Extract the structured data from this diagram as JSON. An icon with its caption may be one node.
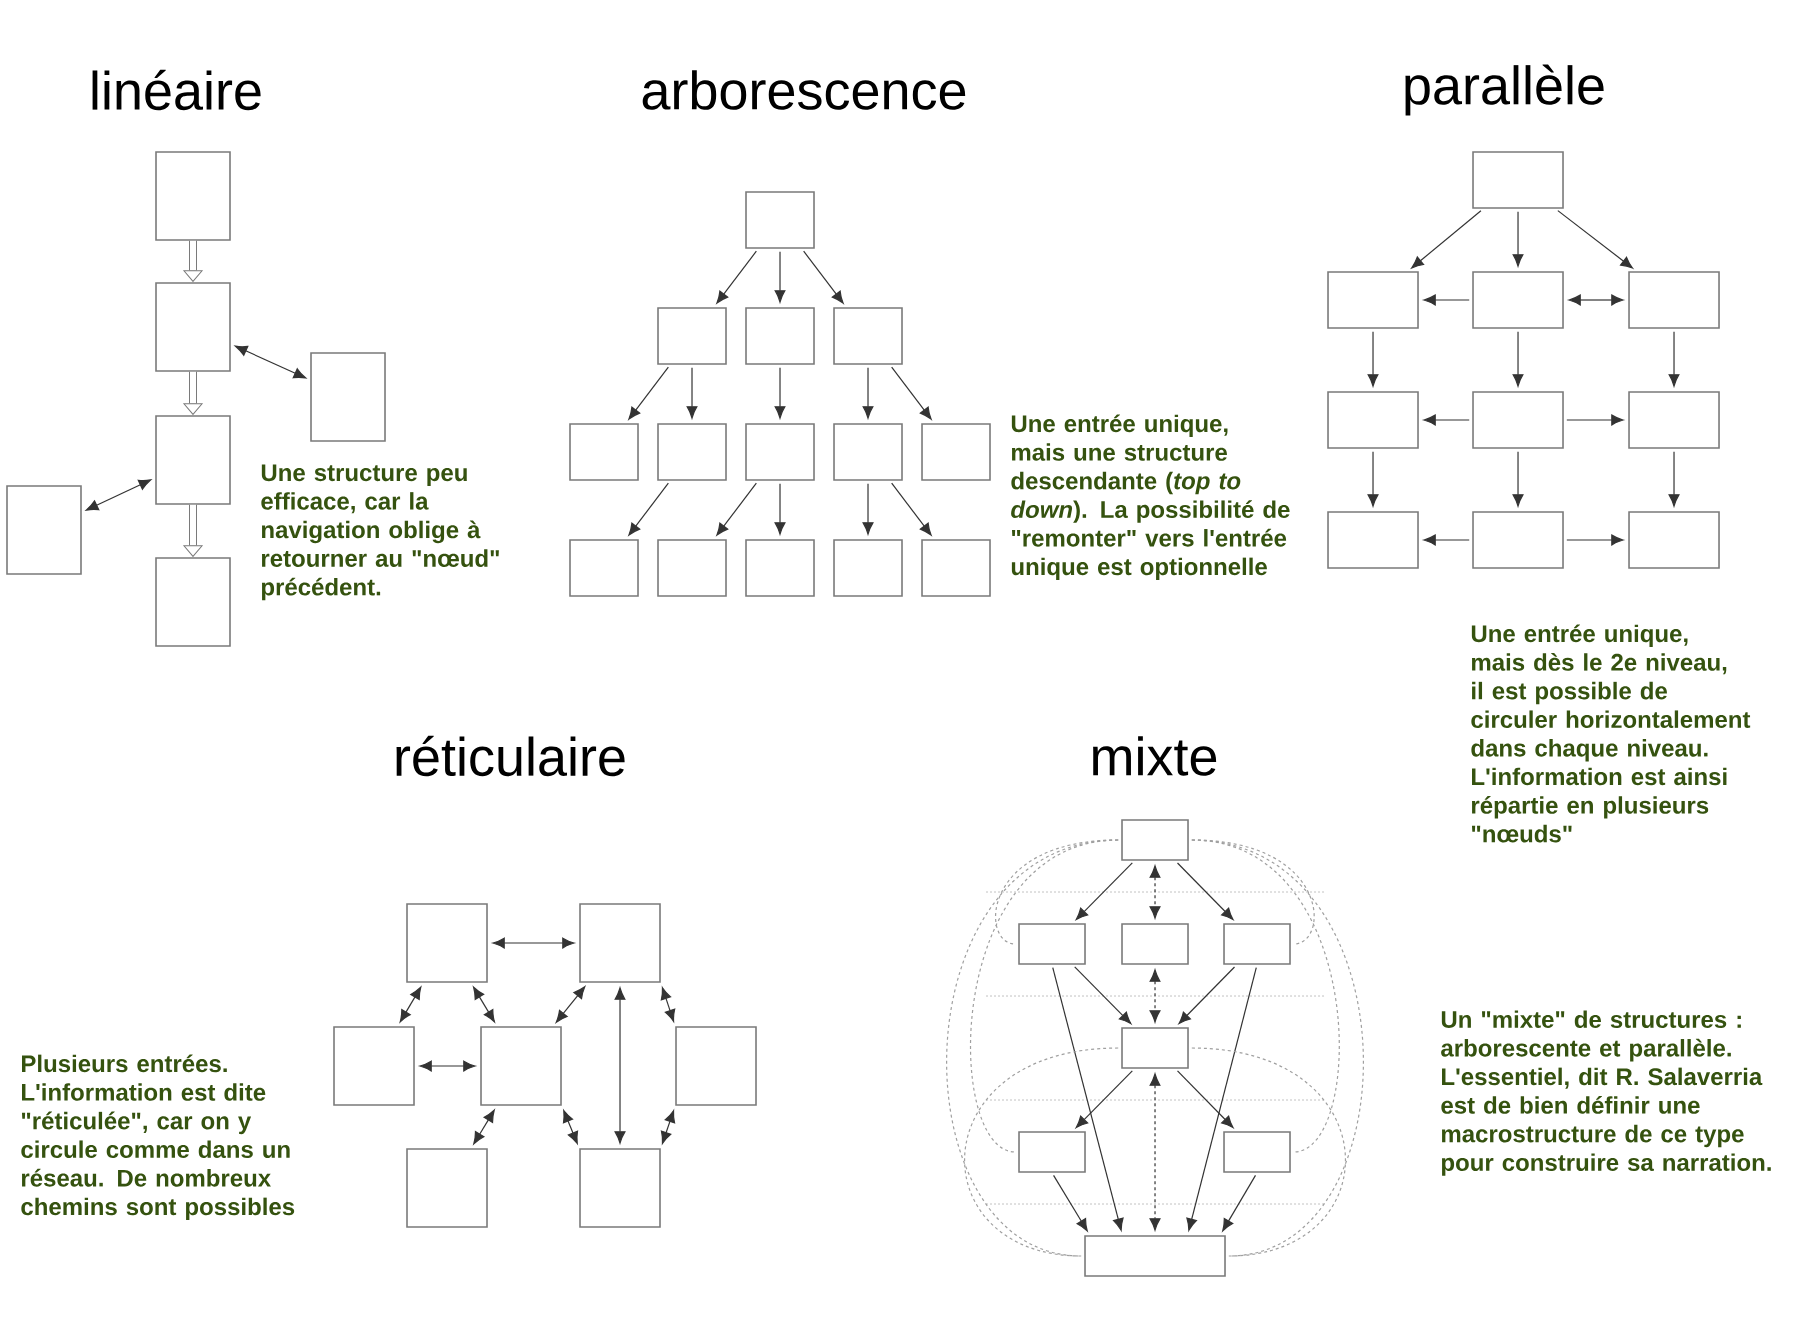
{
  "diagram": {
    "nodes": [
      {
        "text": [],
        "shape": "box"
      },
      {
        "text": [],
        "shape": "box"
      },
      {
        "text": [],
        "shape": "box"
      },
      {
        "text": [],
        "shape": "box"
      },
      {
        "text": [],
        "shape": "box"
      },
      {
        "text": [],
        "shape": "box"
      },
      {
        "text": [],
        "shape": "box"
      },
      {
        "text": [],
        "shape": "box"
      },
      {
        "text": [],
        "shape": "box"
      },
      {
        "text": [],
        "shape": "box"
      },
      {
        "text": [],
        "shape": "box"
      },
      {
        "text": [],
        "shape": "box"
      },
      {
        "text": [],
        "shape": "box"
      },
      {
        "text": [],
        "shape": "box"
      },
      {
        "text": [],
        "shape": "box"
      },
      {
        "text": [],
        "shape": "box"
      },
      {
        "text": [],
        "shape": "box"
      },
      {
        "text": [],
        "shape": "box"
      },
      {
        "text": [],
        "shape": "box"
      },
      {
        "text": [],
        "shape": "box"
      },
      {
        "text": [],
        "shape": "box"
      },
      {
        "text": [],
        "shape": "box"
      },
      {
        "text": [],
        "shape": "box"
      },
      {
        "text": [],
        "shape": "box"
      },
      {
        "text": [],
        "shape": "box"
      },
      {
        "text": [],
        "shape": "box"
      },
      {
        "text": [],
        "shape": "box"
      },
      {
        "text": [],
        "shape": "box"
      },
      {
        "text": [],
        "shape": "box"
      },
      {
        "text": [],
        "shape": "box"
      },
      {
        "text": [],
        "shape": "box"
      },
      {
        "text": [],
        "shape": "box"
      },
      {
        "text": [],
        "shape": "box"
      },
      {
        "text": [],
        "shape": "box"
      },
      {
        "text": [],
        "shape": "box"
      },
      {
        "text": [],
        "shape": "box"
      },
      {
        "text": [],
        "shape": "box"
      },
      {
        "text": [],
        "shape": "box"
      },
      {
        "text": [],
        "shape": "box"
      },
      {
        "text": [],
        "shape": "box"
      },
      {
        "text": [],
        "shape": "box"
      },
      {
        "text": [],
        "shape": "box"
      },
      {
        "text": [],
        "shape": "box"
      },
      {
        "text": [],
        "shape": "box"
      },
      {
        "text": [],
        "shape": "box"
      }
    ],
    "edges": [
      {
        "from": 0,
        "to": 1,
        "arrow": "to",
        "style": "thick"
      },
      {
        "from": 1,
        "to": 3,
        "arrow": "to",
        "style": "thick"
      },
      {
        "from": 3,
        "to": 5,
        "arrow": "to",
        "style": "thick"
      },
      {
        "from": 1,
        "to": 2,
        "arrow": "both"
      },
      {
        "from": 3,
        "to": 4,
        "arrow": "both"
      },
      {
        "from": 6,
        "to": 7,
        "arrow": "to"
      },
      {
        "from": 6,
        "to": 8,
        "arrow": "to"
      },
      {
        "from": 6,
        "to": 9,
        "arrow": "to"
      },
      {
        "from": 7,
        "to": 10,
        "arrow": "to"
      },
      {
        "from": 7,
        "to": 11,
        "arrow": "to"
      },
      {
        "from": 8,
        "to": 12,
        "arrow": "to"
      },
      {
        "from": 9,
        "to": 13,
        "arrow": "to"
      },
      {
        "from": 9,
        "to": 14,
        "arrow": "to"
      },
      {
        "from": 11,
        "to": 15,
        "arrow": "to"
      },
      {
        "from": 12,
        "to": 16,
        "arrow": "to"
      },
      {
        "from": 12,
        "to": 17,
        "arrow": "to"
      },
      {
        "from": 13,
        "to": 18,
        "arrow": "to"
      },
      {
        "from": 13,
        "to": 19,
        "arrow": "to"
      },
      {
        "from": 20,
        "to": 21,
        "arrow": "to"
      },
      {
        "from": 20,
        "to": 22,
        "arrow": "to"
      },
      {
        "from": 20,
        "to": 23,
        "arrow": "to"
      },
      {
        "from": 22,
        "to": 21,
        "arrow": "to"
      },
      {
        "from": 22,
        "to": 23,
        "arrow": "both"
      },
      {
        "from": 21,
        "to": 24,
        "arrow": "to"
      },
      {
        "from": 22,
        "to": 25,
        "arrow": "to"
      },
      {
        "from": 23,
        "to": 26,
        "arrow": "to"
      },
      {
        "from": 25,
        "to": 24,
        "arrow": "to"
      },
      {
        "from": 25,
        "to": 26,
        "arrow": "to"
      },
      {
        "from": 24,
        "to": 27,
        "arrow": "to"
      },
      {
        "from": 25,
        "to": 28,
        "arrow": "to"
      },
      {
        "from": 26,
        "to": 29,
        "arrow": "to"
      },
      {
        "from": 28,
        "to": 27,
        "arrow": "to"
      },
      {
        "from": 28,
        "to": 29,
        "arrow": "to"
      },
      {
        "from": 30,
        "to": 31,
        "arrow": "both"
      },
      {
        "from": 30,
        "to": 32,
        "arrow": "both"
      },
      {
        "from": 30,
        "to": 33,
        "arrow": "both"
      },
      {
        "from": 33,
        "to": 31,
        "arrow": "both"
      },
      {
        "from": 32,
        "to": 33,
        "arrow": "both"
      },
      {
        "from": 31,
        "to": 36,
        "arrow": "both"
      },
      {
        "from": 34,
        "to": 31,
        "arrow": "both"
      },
      {
        "from": 33,
        "to": 35,
        "arrow": "both"
      },
      {
        "from": 33,
        "to": 36,
        "arrow": "both"
      },
      {
        "from": 34,
        "to": 36,
        "arrow": "both"
      },
      {
        "from": 37,
        "to": 38,
        "arrow": "to"
      },
      {
        "from": 37,
        "to": 40,
        "arrow": "to"
      },
      {
        "from": 37,
        "to": 39,
        "arrow": "both",
        "style": "dashed"
      },
      {
        "from": 38,
        "to": 41,
        "arrow": "to"
      },
      {
        "from": 40,
        "to": 41,
        "arrow": "to"
      },
      {
        "from": 39,
        "to": 41,
        "arrow": "both",
        "style": "dashed"
      },
      {
        "from": 41,
        "to": 42,
        "arrow": "to"
      },
      {
        "from": 41,
        "to": 43,
        "arrow": "to"
      },
      {
        "from": 41,
        "to": 44,
        "arrow": "both",
        "style": "dashed"
      },
      {
        "from": 38,
        "to": 44,
        "arrow": "to"
      },
      {
        "from": 40,
        "to": 44,
        "arrow": "to"
      },
      {
        "from": 42,
        "to": 44,
        "arrow": "to"
      },
      {
        "from": 43,
        "to": 44,
        "arrow": "to"
      },
      {
        "from": 37,
        "to": 38,
        "arrow": "none",
        "style": "dashed",
        "color": "#a0a0a0"
      },
      {
        "from": 37,
        "to": 42,
        "arrow": "none",
        "style": "dashed",
        "color": "#a0a0a0"
      },
      {
        "from": 37,
        "to": 44,
        "arrow": "none",
        "style": "dashed",
        "color": "#a0a0a0"
      },
      {
        "from": 41,
        "to": 44,
        "arrow": "none",
        "style": "dashed",
        "color": "#a0a0a0"
      },
      {
        "from": 37,
        "to": 40,
        "arrow": "none",
        "style": "dashed",
        "color": "#a0a0a0"
      },
      {
        "from": 37,
        "to": 43,
        "arrow": "none",
        "style": "dashed",
        "color": "#a0a0a0"
      },
      {
        "from": 37,
        "to": 44,
        "arrow": "none",
        "style": "dashed",
        "color": "#a0a0a0"
      },
      {
        "from": 41,
        "to": 44,
        "arrow": "none",
        "style": "dashed",
        "color": "#a0a0a0"
      }
    ],
    "labels": [
      "linéaire",
      "arborescence",
      "parallèle",
      "Une structure peu efficace, car la navigation oblige à retourner au \"nœud\" précédent.",
      "Une entrée unique, mais une structure descendante (*top to down*). La possibilité de \"remonter\" vers l'entrée unique est optionnelle",
      "Une entrée unique, mais dès le 2e niveau, il est possible de circuler horizontalement dans chaque niveau. L'information est ainsi répartie en plusieurs \"nœuds\"",
      "réticulaire",
      "mixte",
      "Plusieurs entrées. L'information est dite \"réticulée\", car on y circule comme dans un réseau. De nombreux chemins sont possibles",
      "Un \"mixte\" de structures : arborescente et parallèle. L'essentiel, dit R. Salaverria est de bien définir une macrostructure de ce type pour construire sa narration."
    ]
  }
}
